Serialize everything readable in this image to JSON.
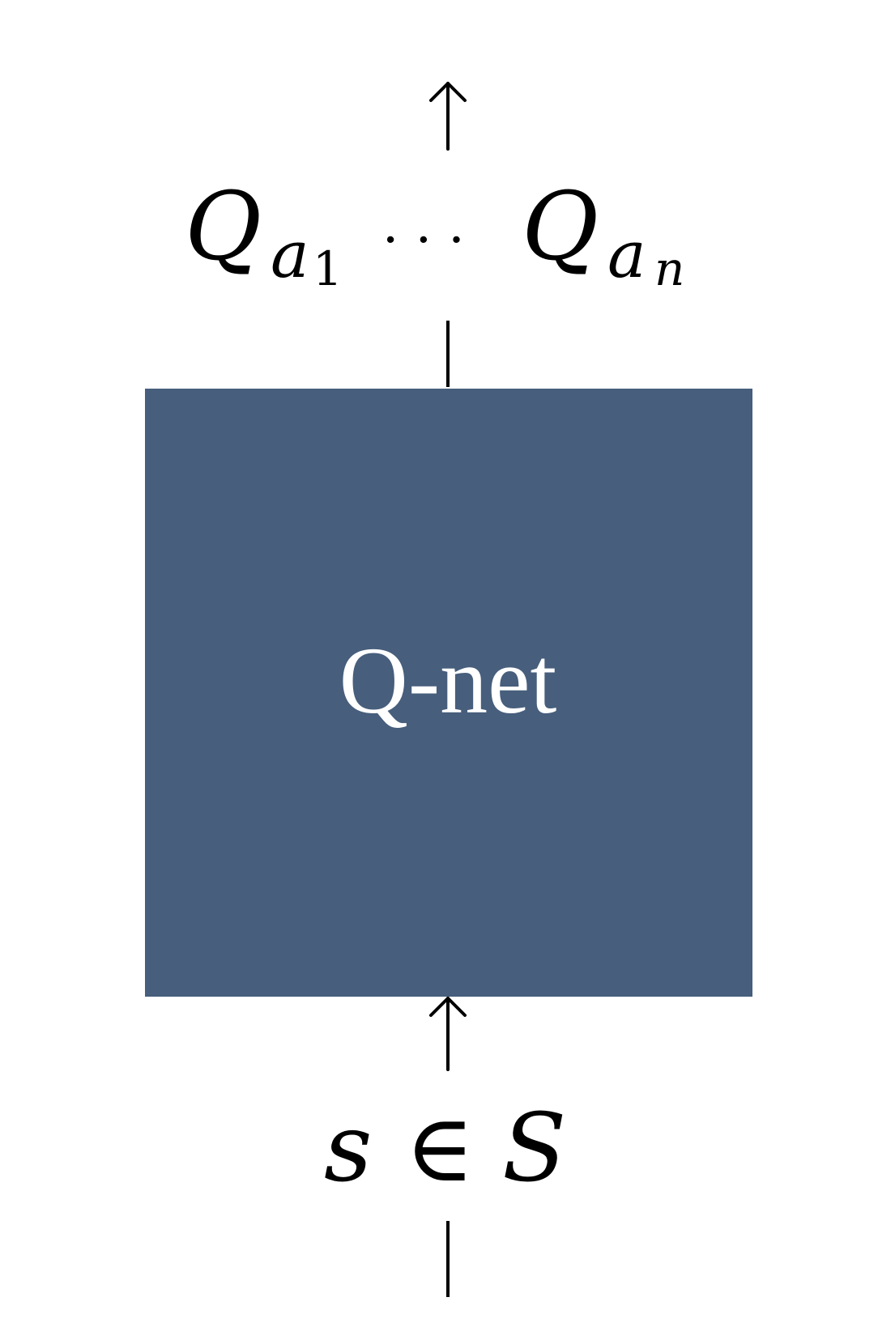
{
  "diagram": {
    "output": {
      "first_symbol": "Q",
      "first_subscript": "a",
      "first_subscript_index": "1",
      "ellipsis": "· · ·",
      "last_symbol": "Q",
      "last_subscript": "a",
      "last_subscript_index": "n"
    },
    "box": {
      "label": "Q-net",
      "color": "#475e7c"
    },
    "input": {
      "variable": "s",
      "relation": "∈",
      "set": "S"
    },
    "arrow_color": "#000000"
  }
}
